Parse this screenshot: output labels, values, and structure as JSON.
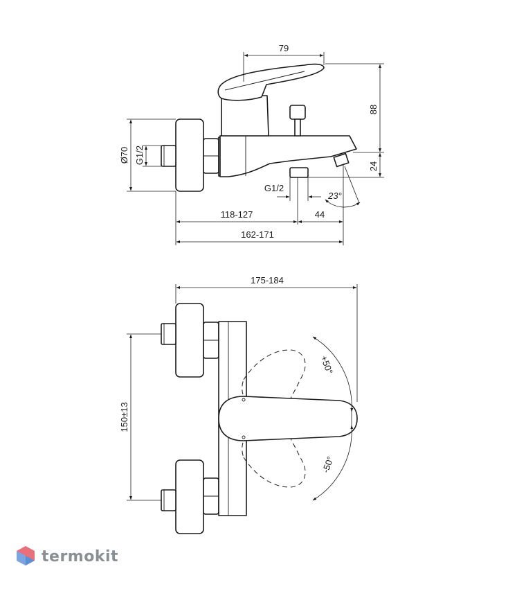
{
  "dimensions": {
    "top_width_79": "79",
    "height_88": "88",
    "height_24": "24",
    "diameter_70": "Ø70",
    "thread_side": "G1/2",
    "thread_bottom": "G1/2",
    "angle_23": "23°",
    "depth_118_127": "118-127",
    "offset_44": "44",
    "depth_162_171": "162-171",
    "width_175_184": "175-184",
    "centers_150": "150±13",
    "rotation_plus_50": "+50°",
    "rotation_minus_50": "-50°"
  },
  "brand": {
    "name": "termokit",
    "color_primary": "#5b8fd6",
    "color_secondary": "#e8707a",
    "text_color": "#8a8f94"
  }
}
